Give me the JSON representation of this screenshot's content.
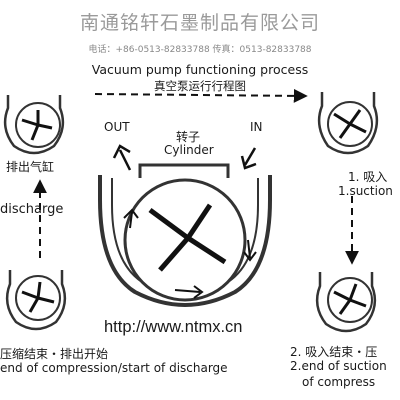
{
  "header": {
    "company": "南通铭轩石墨制品有限公司",
    "contact": "电话：+86-0513-82833788   传真：0513-82833788",
    "title_en": "Vacuum pump functioning process",
    "title_zh": "真空泵运行行程图"
  },
  "labels": {
    "out": "OUT",
    "in": "IN",
    "rotor_zh": "转子",
    "rotor_en": "Cylinder",
    "exhaust_zh": "排出气缸",
    "discharge": "discharge",
    "suction_zh": "1. 吸入",
    "suction_en": "1.suction",
    "end_comp_zh": "压缩结束・排出开始",
    "end_comp_en": "end of compression/start of discharge",
    "end_suction_zh": "2. 吸入结束・压",
    "end_suction_en1": "2.end of suction",
    "end_suction_en2": "of compress"
  },
  "url": "http://www.ntmx.cn"
}
